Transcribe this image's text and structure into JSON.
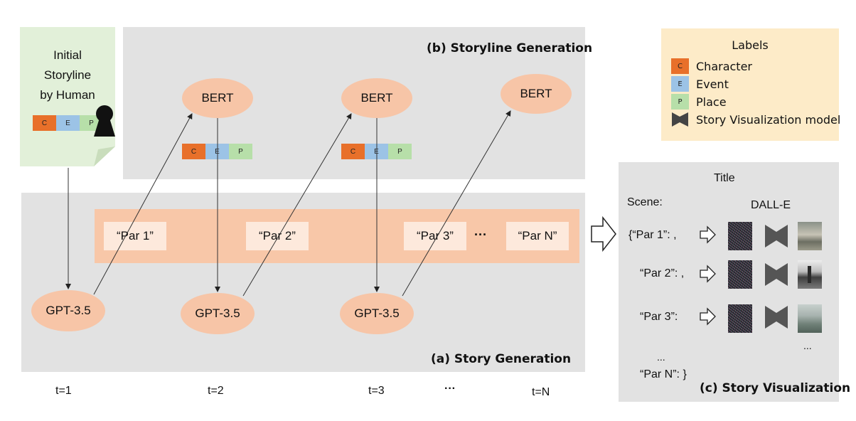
{
  "human_note": {
    "lines": [
      "Initial",
      "Storyline",
      "by Human"
    ],
    "cep": [
      "C",
      "E",
      "P"
    ]
  },
  "storyline_panel": {
    "title": "(b) Storyline Generation",
    "bert_label": "BERT",
    "cep": [
      "C",
      "E",
      "P"
    ]
  },
  "story_panel": {
    "title": "(a) Story Generation",
    "gpt_label": "GPT-3.5",
    "paragraphs": [
      "“Par 1”",
      "“Par 2”",
      "“Par 3”",
      "“Par N”"
    ],
    "ellipsis": "···"
  },
  "timeline": [
    "t=1",
    "t=2",
    "t=3",
    "···",
    "t=N"
  ],
  "labels_panel": {
    "title": "Labels",
    "items": [
      {
        "key": "C",
        "text": "Character",
        "color": "#e8702a"
      },
      {
        "key": "E",
        "text": "Event",
        "color": "#9cc3e6"
      },
      {
        "key": "P",
        "text": "Place",
        "color": "#b7dfa9"
      },
      {
        "key": "",
        "text": "Story Visualization model",
        "color": "#444444"
      }
    ]
  },
  "visualization_panel": {
    "title": "(c) Story Visualization",
    "header_title": "Title",
    "scene_label": "Scene:",
    "model_label": "DALL-E",
    "rows": [
      "{“Par 1”: ,",
      "“Par 2”: ,",
      "“Par 3”:"
    ],
    "row_ellipsis": "...",
    "image_ellipsis": "...",
    "last_row": "“Par N”:  }"
  },
  "colors": {
    "panel_gray": "#e2e2e2",
    "ellipse_peach": "#f7c5a7",
    "band_peach": "#f8c7a8",
    "par_box": "#fde9dc",
    "note_green": "#e2f0d9",
    "labels_bg": "#fdebc8"
  }
}
